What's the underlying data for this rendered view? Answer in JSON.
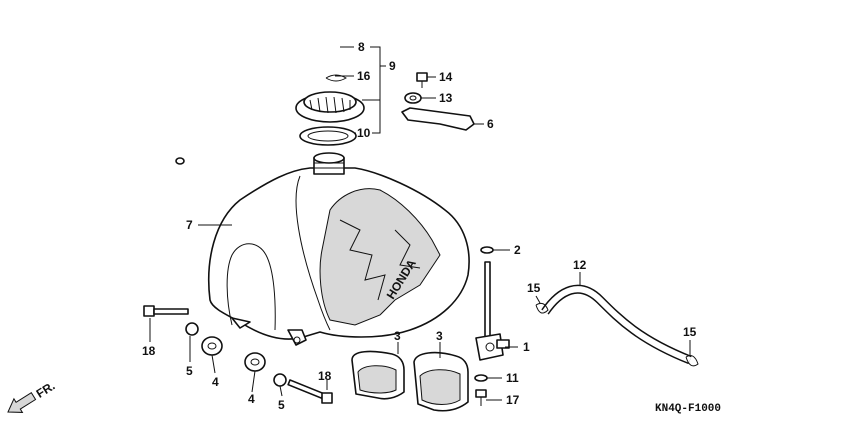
{
  "diagram_code": "KN4Q-F1000",
  "direction": {
    "label": "FR."
  },
  "callouts": [
    {
      "id": "c8",
      "text": "8"
    },
    {
      "id": "c9",
      "text": "9"
    },
    {
      "id": "c16",
      "text": "16"
    },
    {
      "id": "c10",
      "text": "10"
    },
    {
      "id": "c14",
      "text": "14"
    },
    {
      "id": "c13",
      "text": "13"
    },
    {
      "id": "c6",
      "text": "6"
    },
    {
      "id": "c7",
      "text": "7"
    },
    {
      "id": "c2",
      "text": "2"
    },
    {
      "id": "c12",
      "text": "12"
    },
    {
      "id": "c15a",
      "text": "15"
    },
    {
      "id": "c15b",
      "text": "15"
    },
    {
      "id": "c1",
      "text": "1"
    },
    {
      "id": "c3a",
      "text": "3"
    },
    {
      "id": "c3b",
      "text": "3"
    },
    {
      "id": "c11",
      "text": "11"
    },
    {
      "id": "c17",
      "text": "17"
    },
    {
      "id": "c18a",
      "text": "18"
    },
    {
      "id": "c5a",
      "text": "5"
    },
    {
      "id": "c4a",
      "text": "4"
    },
    {
      "id": "c4b",
      "text": "4"
    },
    {
      "id": "c5b",
      "text": "5"
    },
    {
      "id": "c18b",
      "text": "18"
    }
  ],
  "tank_graphic_text": "HONDA"
}
